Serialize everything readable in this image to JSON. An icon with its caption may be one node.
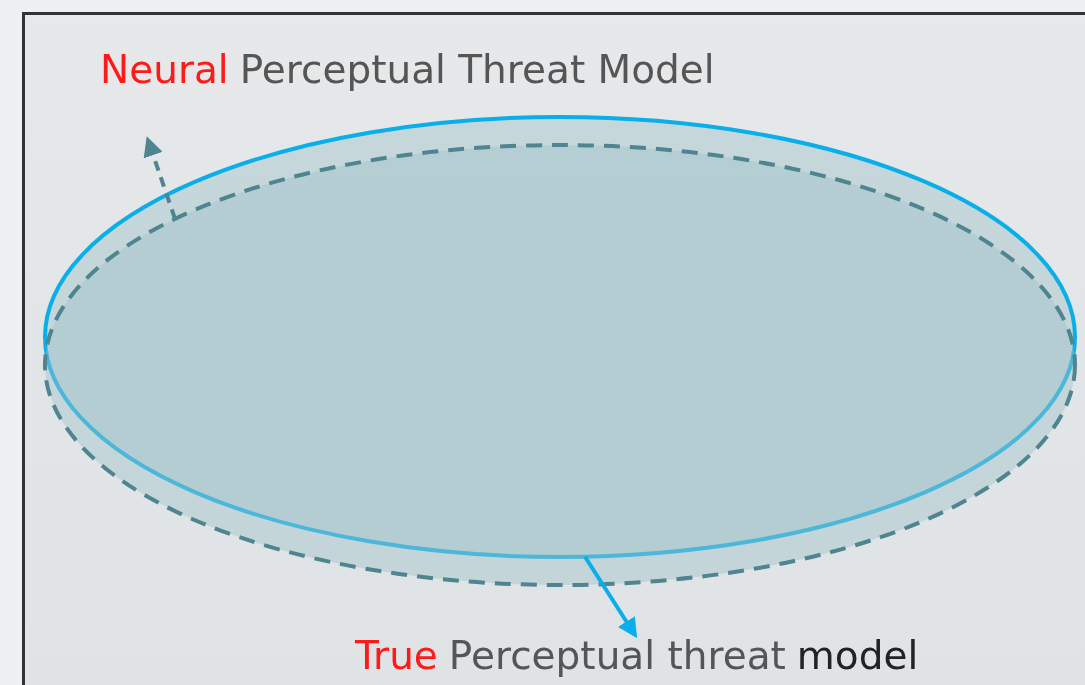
{
  "diagram": {
    "nodes": [
      {
        "text": [
          "Neural",
          "Perceptual Threat Model"
        ]
      },
      {
        "text": [
          "True",
          "Perceptual threat",
          "model"
        ]
      }
    ],
    "edges": [
      {
        "from": 1,
        "to": null,
        "arrow": "to",
        "style": "dashed",
        "color": "#4e8590"
      },
      {
        "from": 0,
        "to": 1,
        "arrow": "to",
        "color": "#0aaee8"
      }
    ]
  }
}
